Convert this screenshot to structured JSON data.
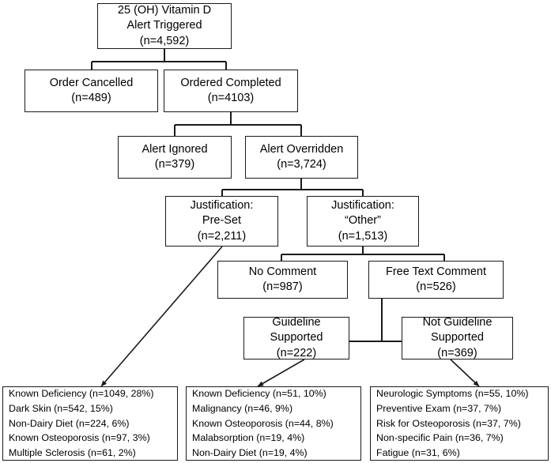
{
  "diagram": {
    "title": "25 (OH) Vitamin D Alert Triggered flow diagram",
    "line_color": "#1a1a1a",
    "box_fill": "#ffffff",
    "text_color": "#000000"
  },
  "nodes": {
    "alert_triggered": {
      "line1": "25 (OH) Vitamin D",
      "line2": "Alert Triggered",
      "line3": "(n=4,592)"
    },
    "order_cancelled": {
      "line1": "Order Cancelled",
      "line2": "(n=489)"
    },
    "ordered_completed": {
      "line1": "Ordered Completed",
      "line2": "(n=4103)"
    },
    "alert_ignored": {
      "line1": "Alert Ignored",
      "line2": "(n=379)"
    },
    "alert_overridden": {
      "line1": "Alert Overridden",
      "line2": "(n=3,724)"
    },
    "justification_preset": {
      "line1": "Justification:",
      "line2": "Pre-Set",
      "line3": "(n=2,211)"
    },
    "justification_other": {
      "line1": "Justification:",
      "line2": "“Other”",
      "line3": "(n=1,513)"
    },
    "no_comment": {
      "line1": "No Comment",
      "line2": "(n=987)"
    },
    "free_text_comment": {
      "line1": "Free Text Comment",
      "line2": "(n=526)"
    },
    "guideline_supported": {
      "line1": "Guideline",
      "line2": "Supported",
      "line3": "(n=222)"
    },
    "not_guideline_supported": {
      "line1": "Not Guideline",
      "line2": "Supported",
      "line3": "(n=369)"
    }
  },
  "reason_lists": {
    "preset_reasons": {
      "items": [
        "Known Deficiency (n=1049, 28%)",
        "Dark Skin (n=542, 15%)",
        "Non-Dairy Diet (n=224, 6%)",
        "Known Osteoporosis (n=97, 3%)",
        "Multiple Sclerosis (n=61, 2%)"
      ]
    },
    "guideline_supported_reasons": {
      "items": [
        "Known Deficiency (n=51, 10%)",
        "Malignancy (n=46, 9%)",
        "Known Osteoporosis (n=44, 8%)",
        "Malabsorption (n=19, 4%)",
        "Non-Dairy Diet (n=19, 4%)"
      ]
    },
    "not_guideline_supported_reasons": {
      "items": [
        "Neurologic Symptoms (n=55, 10%)",
        "Preventive Exam (n=37, 7%)",
        "Risk for Osteoporosis (n=37, 7%)",
        "Non-specific Pain (n=36, 7%)",
        "Fatigue (n=31, 6%)"
      ]
    }
  }
}
